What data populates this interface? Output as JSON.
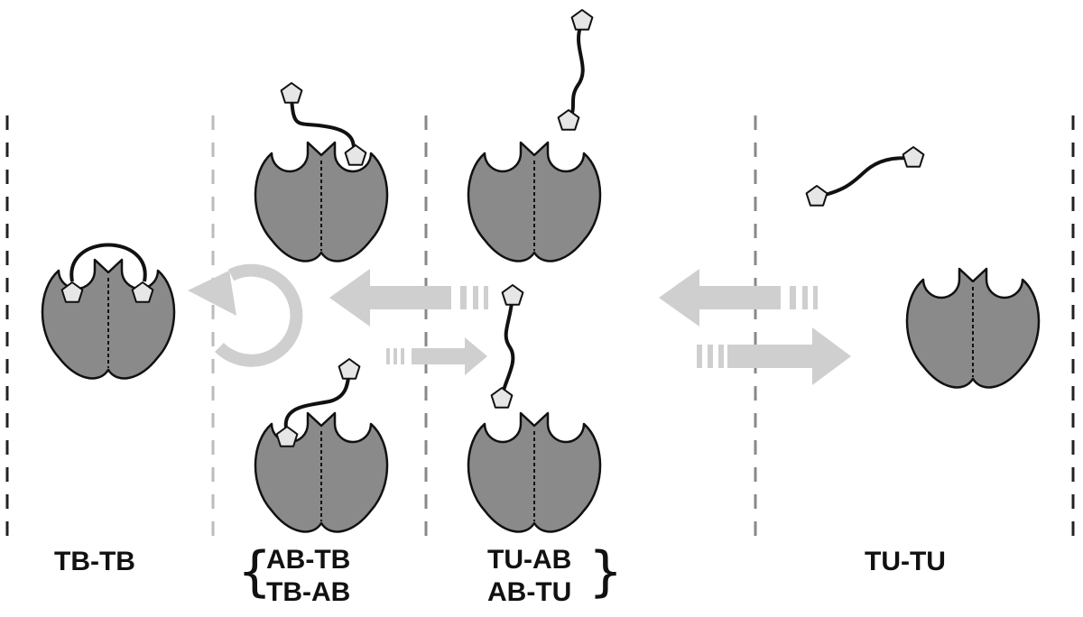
{
  "labels": {
    "tb_tb": "TB-TB",
    "ab_tb": "AB-TB",
    "tb_ab": "TB-AB",
    "tu_ab": "TU-AB",
    "ab_tu": "AB-TU",
    "tu_tu": "TU-TU"
  },
  "colors": {
    "protein_fill": "#8a8a8a",
    "outline": "#111111",
    "ligand_fill": "#e6e6e6",
    "arrow": "#cfcfcf",
    "divider_dark": "#222222",
    "divider_light": "#bbbbbb",
    "divider_mid": "#888888"
  }
}
